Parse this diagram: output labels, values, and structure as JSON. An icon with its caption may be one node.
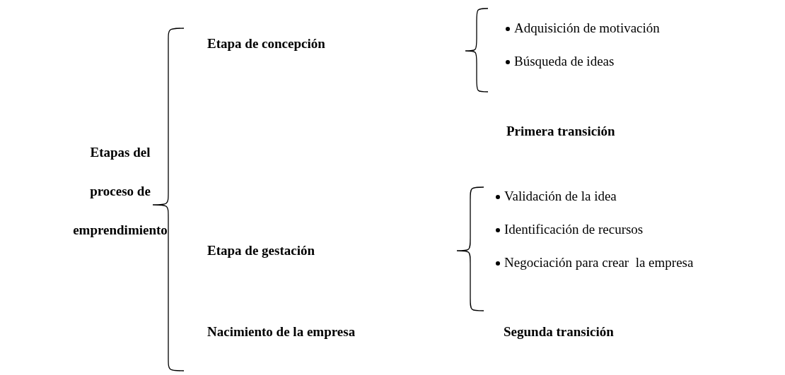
{
  "diagram": {
    "labels": [
      "Etapa de concepción",
      "Adquisición de motivación",
      "Búsqueda de ideas",
      "Primera transición",
      "Etapas del proceso de emprendimiento",
      "Validación de la idea",
      "Identificación de recursos",
      "Negociación para crear  la empresa",
      "Etapa de gestación",
      "Nacimiento de la empresa",
      "Segunda transición"
    ]
  }
}
